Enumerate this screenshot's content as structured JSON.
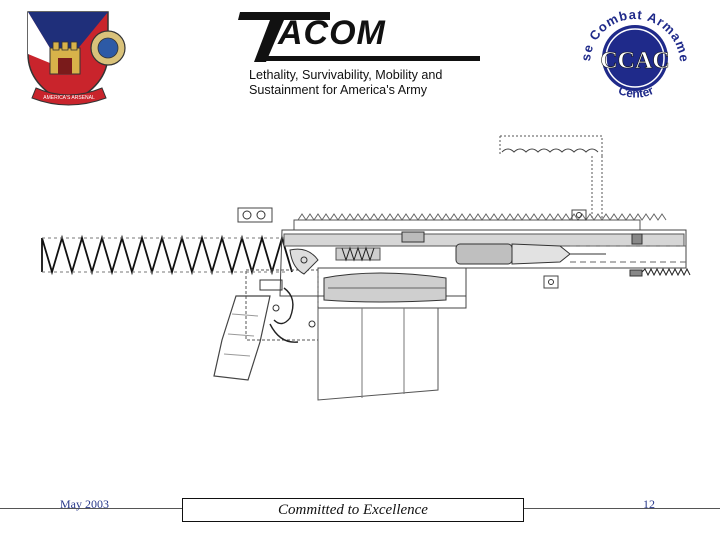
{
  "header": {
    "left_logo": {
      "icon": "tacom-crest-icon",
      "ribbon_text": "AMERICA'S ARSENAL"
    },
    "center_logo": {
      "wordmark": "ACOM",
      "tagline_line1": "Lethality, Survivability, Mobility and",
      "tagline_line2": "Sustainment for America's Army"
    },
    "right_logo": {
      "icon": "close-combat-armaments-center-icon",
      "arc_text": "Close Combat Armaments",
      "bottom_text": "Center",
      "monogram": "CCAC"
    }
  },
  "diagram": {
    "icon": "rifle-cutaway-diagram"
  },
  "footer": {
    "date": "May 2003",
    "motto": "Committed to Excellence",
    "page_number": "12"
  },
  "colors": {
    "footer_text": "#2a3a8c",
    "ccac_blue": "#1f2a8a",
    "crest_red": "#c0222a"
  }
}
